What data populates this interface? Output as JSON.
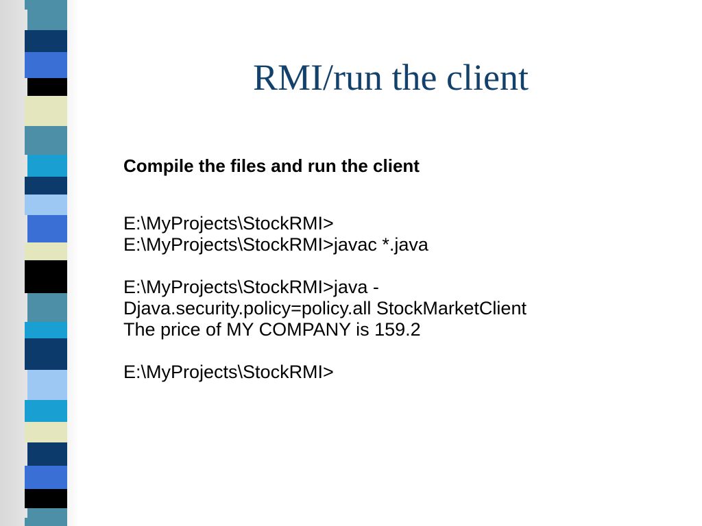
{
  "slide": {
    "title": "RMI/run the client",
    "subheading": "Compile the files and run the client",
    "lines": [
      "E:\\MyProjects\\StockRMI>",
      "E:\\MyProjects\\StockRMI>javac *.java",
      "",
      "E:\\MyProjects\\StockRMI>java -",
      "Djava.security.policy=policy.all StockMarketClient",
      "The price of MY COMPANY is 159.2",
      "",
      "E:\\MyProjects\\StockRMI>"
    ]
  },
  "colors": {
    "title": "#12416b",
    "bar_black": "#000000",
    "bar_navy": "#0c3a6b",
    "bar_teal": "#4e8fa8",
    "bar_blue": "#3a6fd6",
    "bar_cyan": "#1a9fd2",
    "bar_cream": "#e4e6bd",
    "bar_lightblue": "#9dc8f4"
  }
}
